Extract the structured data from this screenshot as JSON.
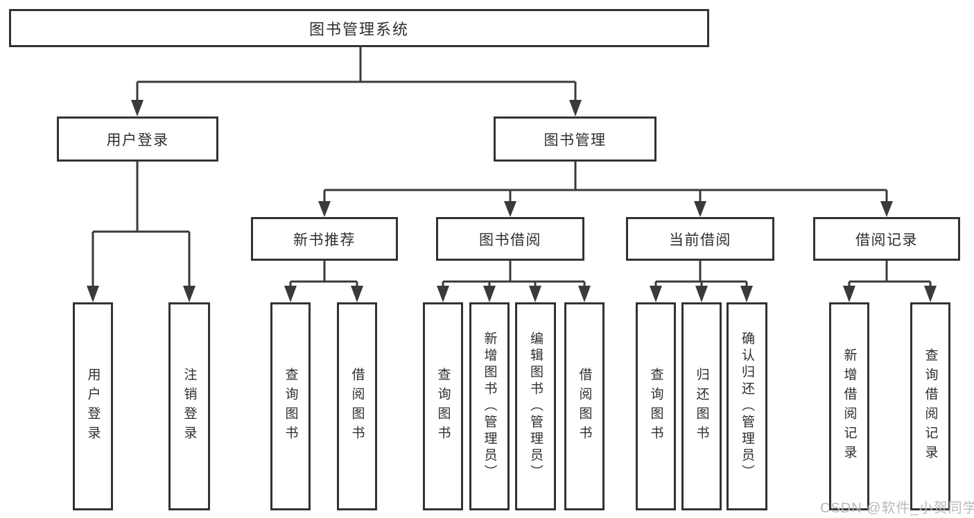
{
  "diagram": {
    "title": "图书管理系统",
    "colors": {
      "line": "#3a3a3a",
      "box_border": "#323232",
      "text": "#2e2e2e",
      "background": "#ffffff",
      "watermark": "#b9b9b9"
    },
    "tree": {
      "root": {
        "label": "图书管理系统",
        "children": [
          {
            "label": "用户登录",
            "children": [
              {
                "label": "用户登录"
              },
              {
                "label": "注销登录"
              }
            ]
          },
          {
            "label": "图书管理",
            "children": [
              {
                "label": "新书推荐",
                "children": [
                  {
                    "label": "查询图书"
                  },
                  {
                    "label": "借阅图书"
                  }
                ]
              },
              {
                "label": "图书借阅",
                "children": [
                  {
                    "label": "查询图书"
                  },
                  {
                    "label": "新增图书（管理员）"
                  },
                  {
                    "label": "编辑图书（管理员）"
                  },
                  {
                    "label": "借阅图书"
                  }
                ]
              },
              {
                "label": "当前借阅",
                "children": [
                  {
                    "label": "查询图书"
                  },
                  {
                    "label": "归还图书"
                  },
                  {
                    "label": "确认归还（管理员）"
                  }
                ]
              },
              {
                "label": "借阅记录",
                "children": [
                  {
                    "label": "新增借阅记录"
                  },
                  {
                    "label": "查询借阅记录"
                  }
                ]
              }
            ]
          }
        ]
      }
    },
    "watermark": {
      "text": "CSDN @软件_小贺同学"
    }
  }
}
